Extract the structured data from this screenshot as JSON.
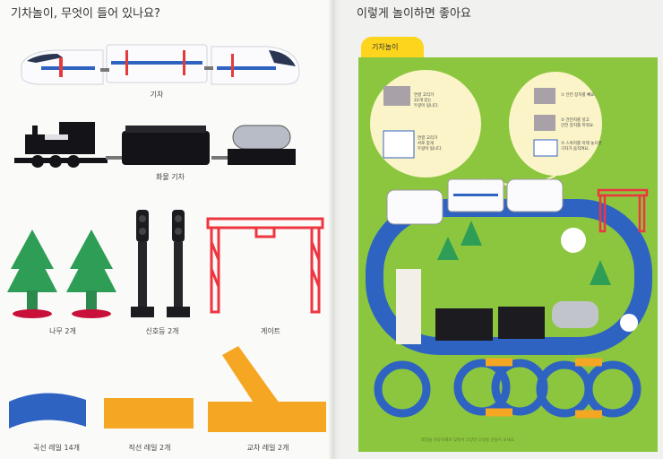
{
  "left_page": {
    "title": "기차놀이, 무엇이 들어 있나요?",
    "items": {
      "train": "기차",
      "freight_train": "화물 기차",
      "tree": "나무 2개",
      "signal": "신호등 2개",
      "gate": "게이트",
      "curve_rail": "곡선 레일 14개",
      "straight_rail": "직선 레일 2개",
      "cross_rail": "교차 레일 2개"
    }
  },
  "right_page": {
    "title": "이렇게 놀이하면 좋아요",
    "tab": "기차놀이",
    "instructions": {
      "left_top": "연결 고리가\n22개 있는\n두량이 됩니다.",
      "left_bottom": "연결 고리가\n서로 맞게\n두량이 됩니다.",
      "right_1": "① 안전 장치를 빼요.",
      "right_2": "② 건전지를 넣고\n안전 장치를 끼워요.",
      "right_3": "③ 스위치를 아래 놓으면\n기차가 움직여요."
    },
    "footer": "레일을 자유자재로 맞춰서 다양한 모양을 만들어 보세요."
  },
  "colors": {
    "board_green": "#8cc63f",
    "board_dark_green": "#5a9e2c",
    "tab_yellow": "#fdd51c",
    "rail_blue": "#2f63c2",
    "rail_orange": "#f5a623",
    "gate_red": "#ee3640",
    "tree_green": "#2e9e57"
  }
}
